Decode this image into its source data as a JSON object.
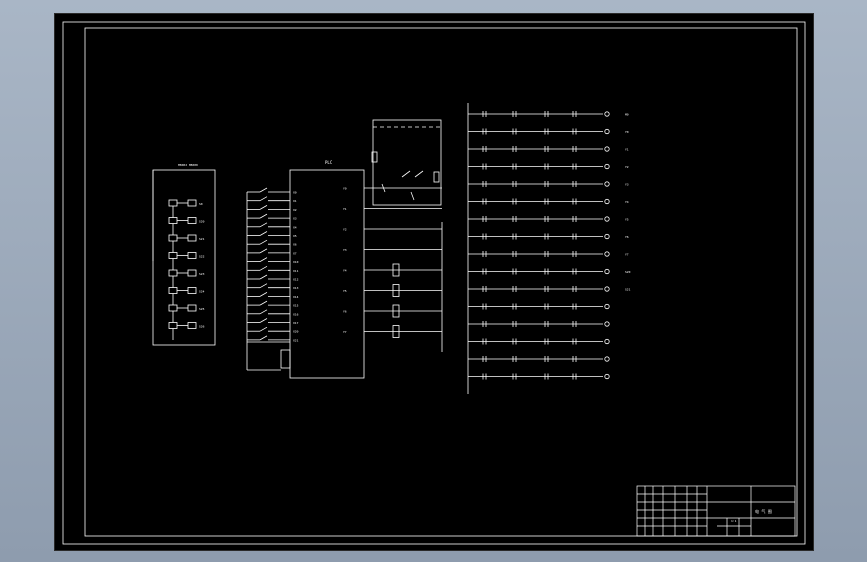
{
  "title_block": {
    "drawing_name": "电 气 图",
    "company": "",
    "scale": "1:1"
  },
  "plc": {
    "label": "PLC",
    "input_labels": [
      "X0",
      "X1",
      "X2",
      "X3",
      "X4",
      "X5",
      "X6",
      "X7",
      "X10",
      "X11",
      "X12",
      "X13",
      "X14",
      "X15",
      "X16",
      "X17",
      "X20",
      "X21"
    ],
    "output_labels": [
      "Y0",
      "Y1",
      "Y2",
      "Y3",
      "Y4",
      "Y5",
      "Y6",
      "Y7"
    ]
  },
  "sfc": {
    "header": "M8002 M8000",
    "steps": [
      "S0",
      "S20",
      "S21",
      "S22",
      "S23",
      "S24",
      "S25",
      "S26"
    ]
  },
  "ladder": {
    "rungs": 16,
    "coil_labels": [
      "M0",
      "Y0",
      "Y1",
      "Y2",
      "Y3",
      "Y4",
      "Y5",
      "Y6",
      "Y7",
      "S20",
      "S21"
    ]
  },
  "colors": {
    "background": "#000000",
    "line": "#ffffff",
    "frame": "#9aa7b8"
  }
}
